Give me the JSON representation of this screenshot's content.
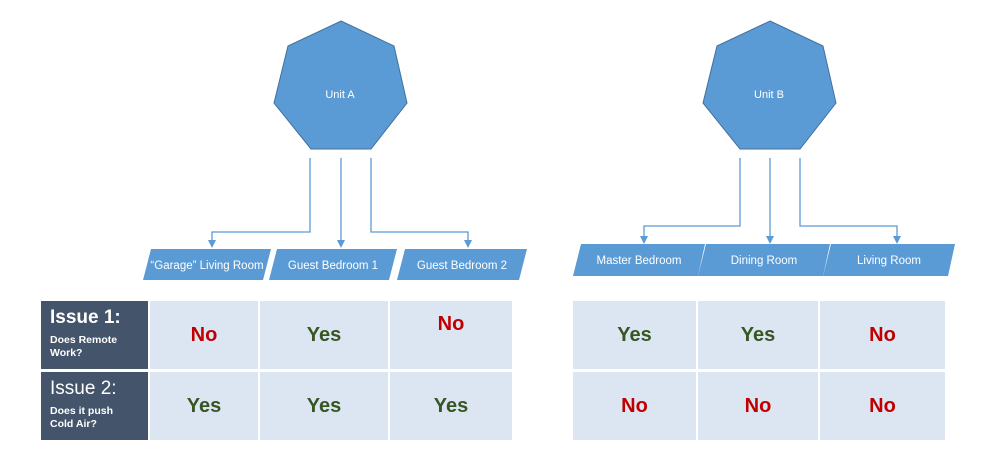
{
  "units": [
    {
      "label": "Unit A",
      "rooms": [
        "“Garage” Living Room",
        "Guest Bedroom 1",
        "Guest Bedroom 2"
      ]
    },
    {
      "label": "Unit B",
      "rooms": [
        "Master Bedroom",
        "Dining Room",
        "Living Room"
      ]
    }
  ],
  "issues": [
    {
      "title": "Issue 1:",
      "question": "Does Remote Work?"
    },
    {
      "title": "Issue 2:",
      "question": "Does it push Cold Air?"
    }
  ],
  "results": {
    "issue1": [
      "No",
      "Yes",
      "No",
      "Yes",
      "Yes",
      "No"
    ],
    "issue2": [
      "Yes",
      "Yes",
      "Yes",
      "No",
      "No",
      "No"
    ]
  },
  "colors": {
    "shape_fill": "#5b9bd5",
    "connector": "#5b9bd5",
    "header_fill": "#44546a",
    "cell_fill": "#dce6f2",
    "yes": "#375623",
    "no": "#c00000"
  }
}
